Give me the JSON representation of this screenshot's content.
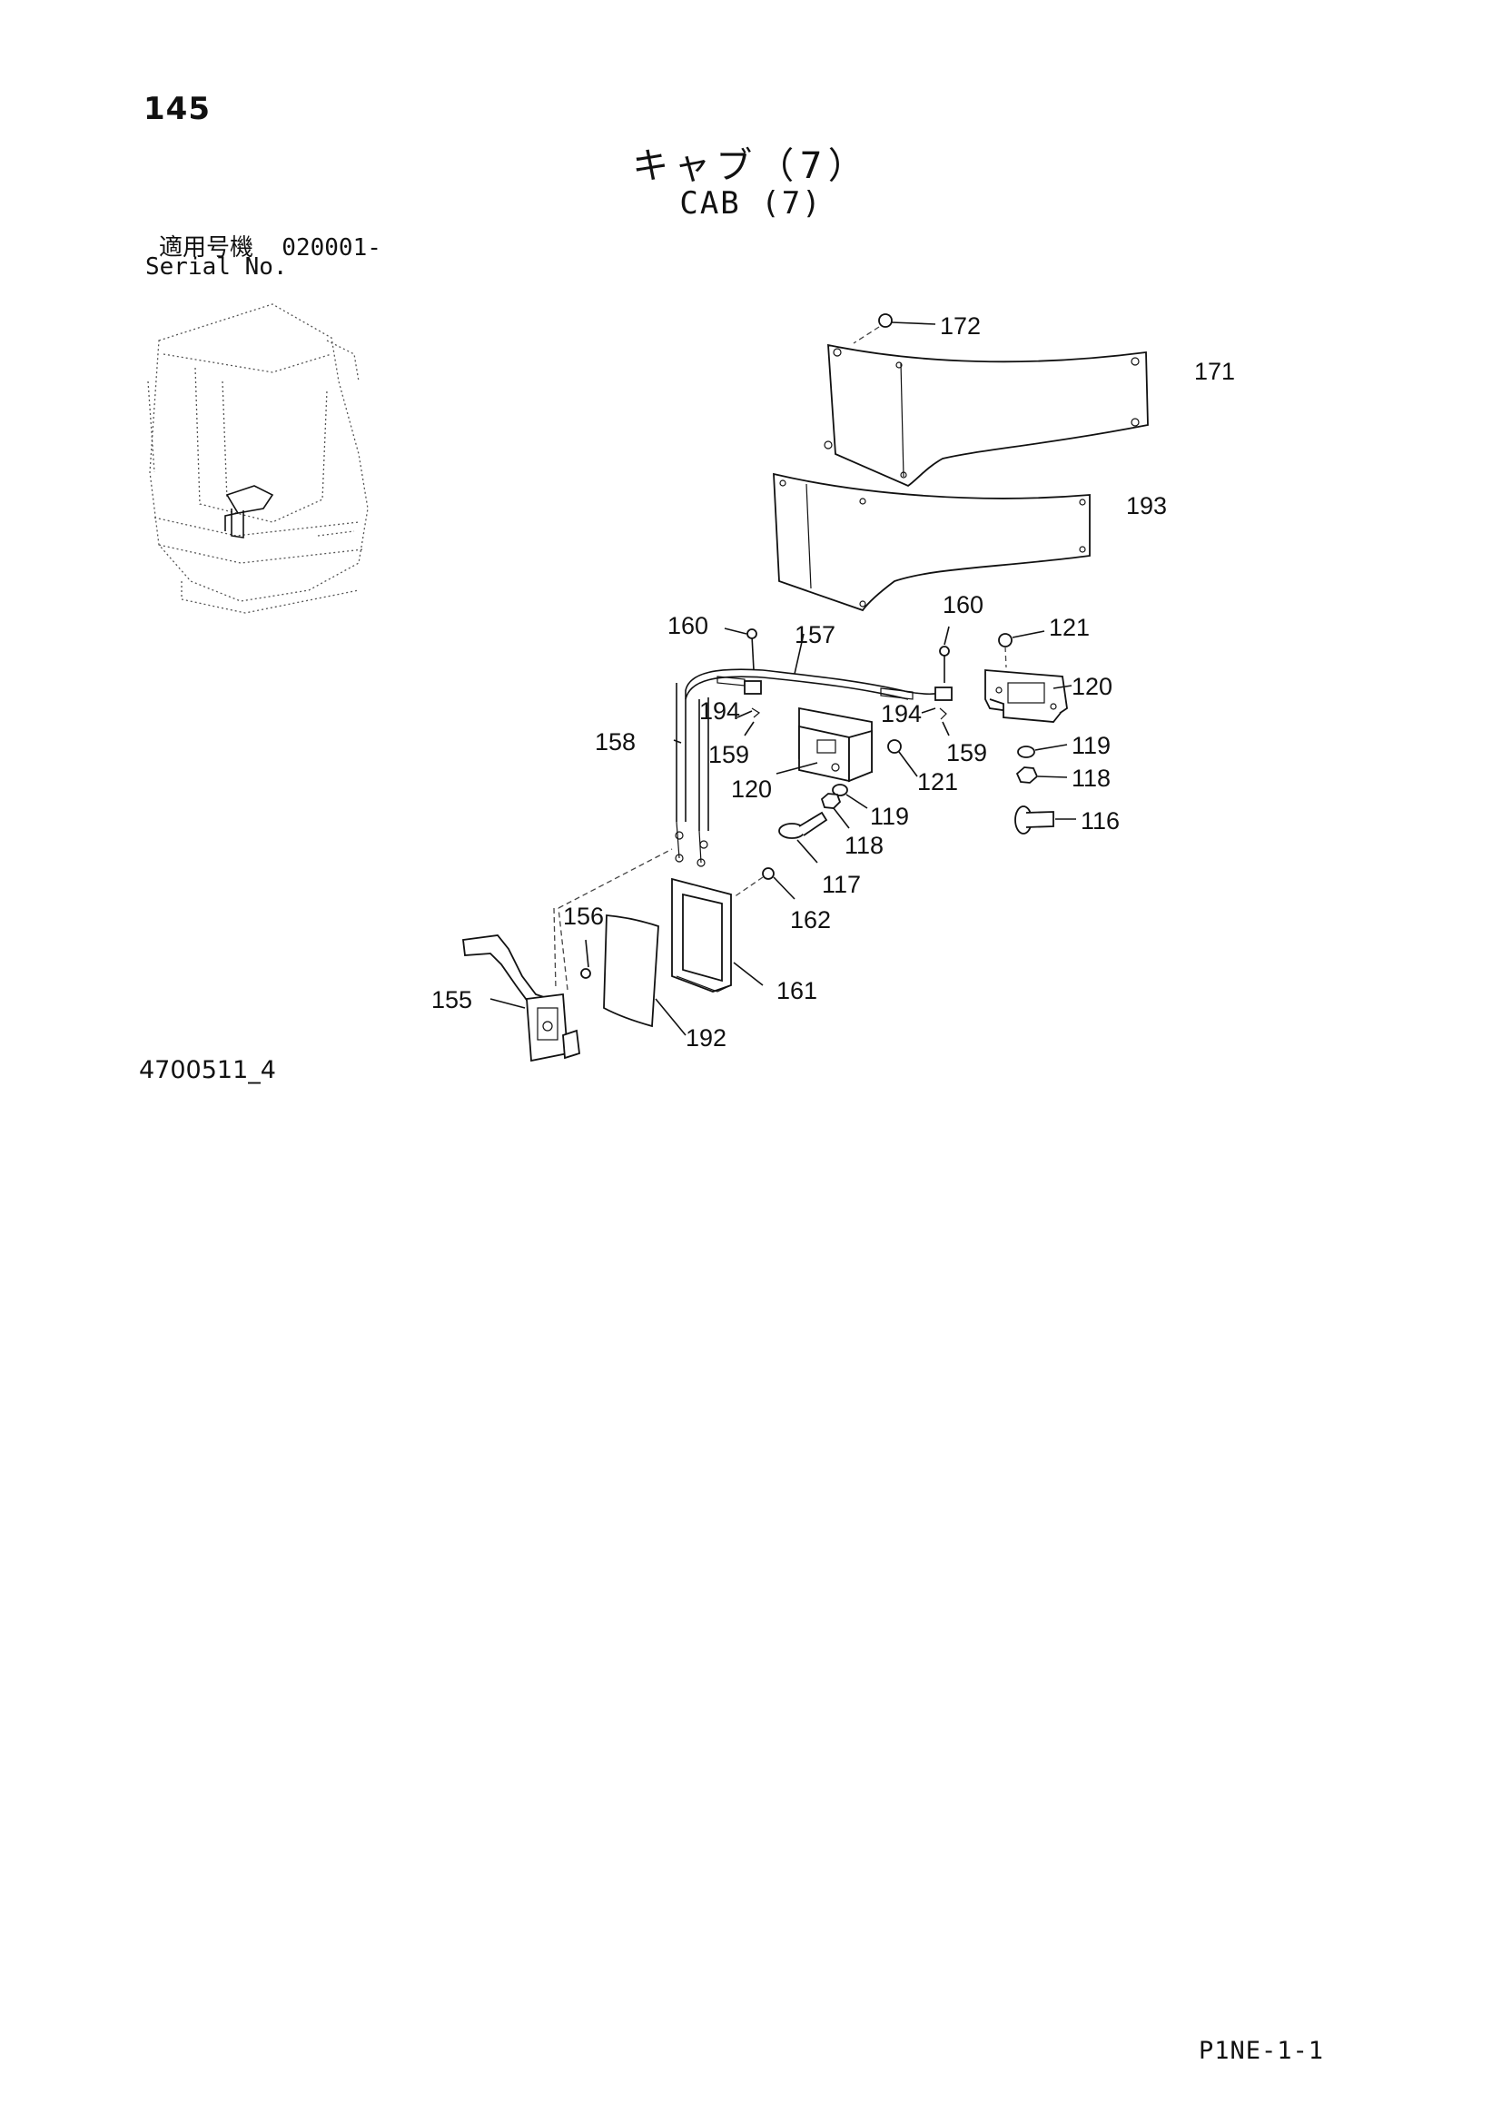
{
  "header": {
    "page_number": "145",
    "title_jp": "キャブ（7）",
    "title_en": "CAB (7)",
    "serial_jp": "適用号機  020001-",
    "serial_en": "Serial No."
  },
  "diagram": {
    "figure_code": "4700511_4",
    "callouts": [
      "172",
      "171",
      "193",
      "160",
      "157",
      "160",
      "121",
      "120",
      "194",
      "194",
      "158",
      "159",
      "159",
      "121",
      "119",
      "118",
      "120",
      "119",
      "118",
      "116",
      "117",
      "162",
      "156",
      "161",
      "155",
      "192"
    ]
  },
  "footer": {
    "code": "P1NE-1-1"
  }
}
